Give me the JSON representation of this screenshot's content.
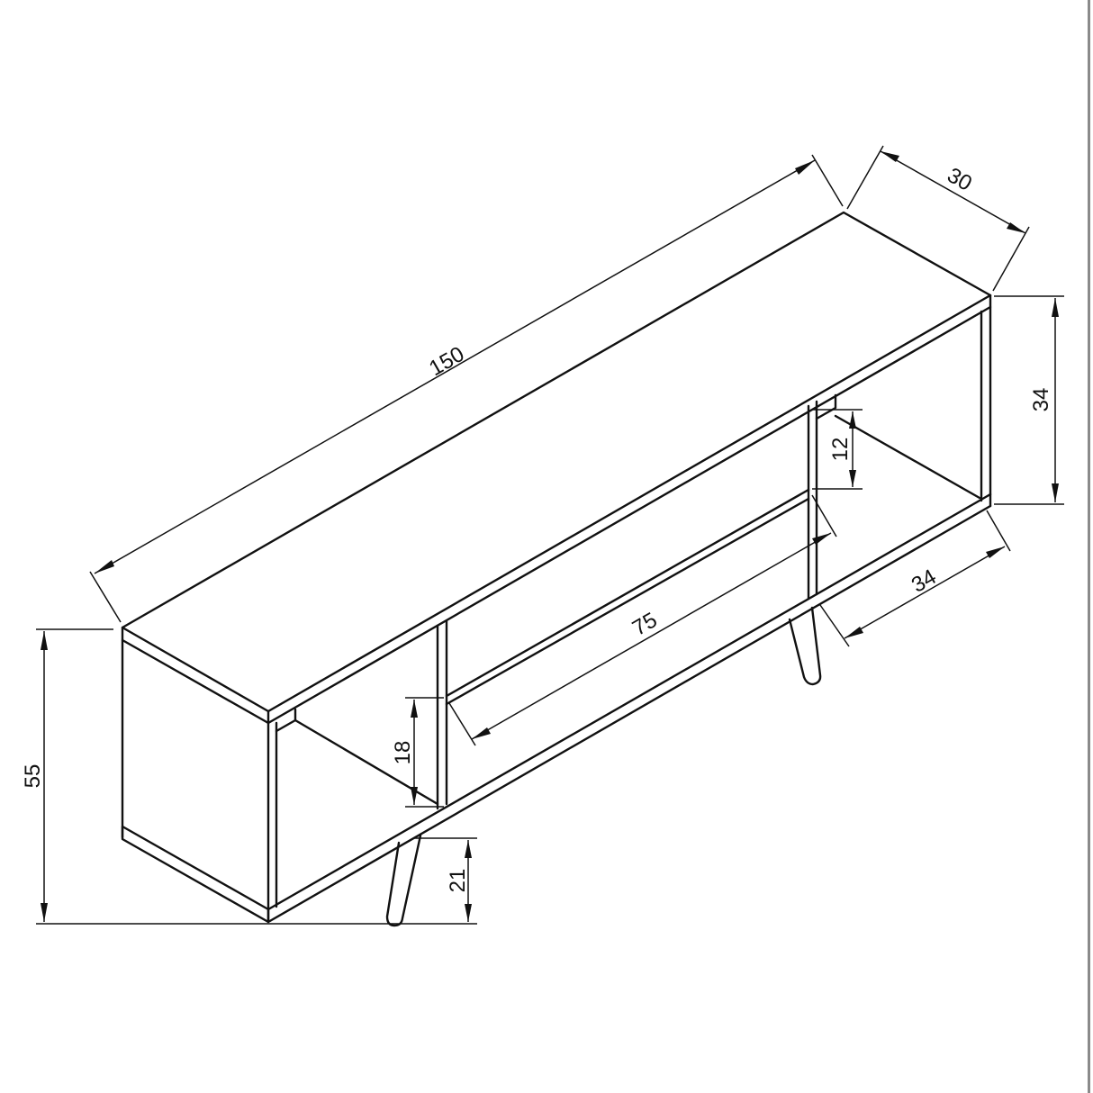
{
  "drawing": {
    "subject": "TV stand isometric dimension drawing",
    "units": "cm",
    "line_color": "#111111",
    "background": "#ffffff"
  },
  "dimensions": {
    "width": {
      "label": "150",
      "description": "overall length"
    },
    "depth": {
      "label": "30",
      "description": "overall depth"
    },
    "total_height": {
      "label": "55",
      "description": "overall height incl. legs"
    },
    "body_height": {
      "label": "34",
      "description": "cabinet body height"
    },
    "leg_height": {
      "label": "21",
      "description": "leg height"
    },
    "center_opening_width": {
      "label": "75",
      "description": "center compartment width"
    },
    "right_compartment_width": {
      "label": "34",
      "description": "right compartment width"
    },
    "center_back_panel_height": {
      "label": "18",
      "description": "back rail height center"
    },
    "right_back_panel_height": {
      "label": "12",
      "description": "back rail height right"
    }
  }
}
